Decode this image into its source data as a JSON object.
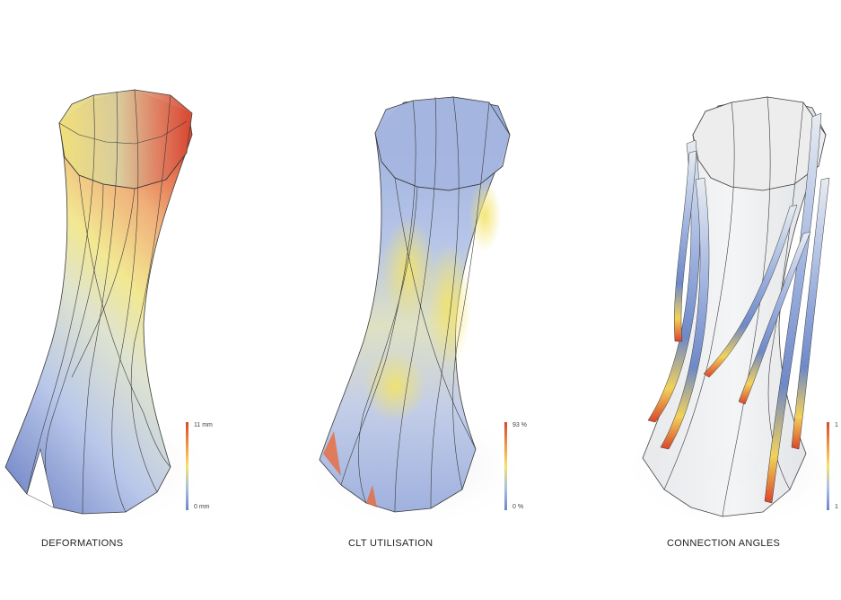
{
  "panels": [
    {
      "caption": "DEFORMATIONS",
      "legend": {
        "max": "11 mm",
        "min": "0 mm"
      }
    },
    {
      "caption": "CLT UTILISATION",
      "legend": {
        "max": "93 %",
        "min": "0 %"
      }
    },
    {
      "caption": "CONNECTION ANGLES",
      "legend": {
        "max": "1",
        "min": "1"
      }
    }
  ],
  "colors": {
    "high": "#d9462a",
    "mid": "#f3e36a",
    "low": "#6e86c6",
    "glass": "#cfd3d8",
    "edge": "#3a3a3a"
  }
}
